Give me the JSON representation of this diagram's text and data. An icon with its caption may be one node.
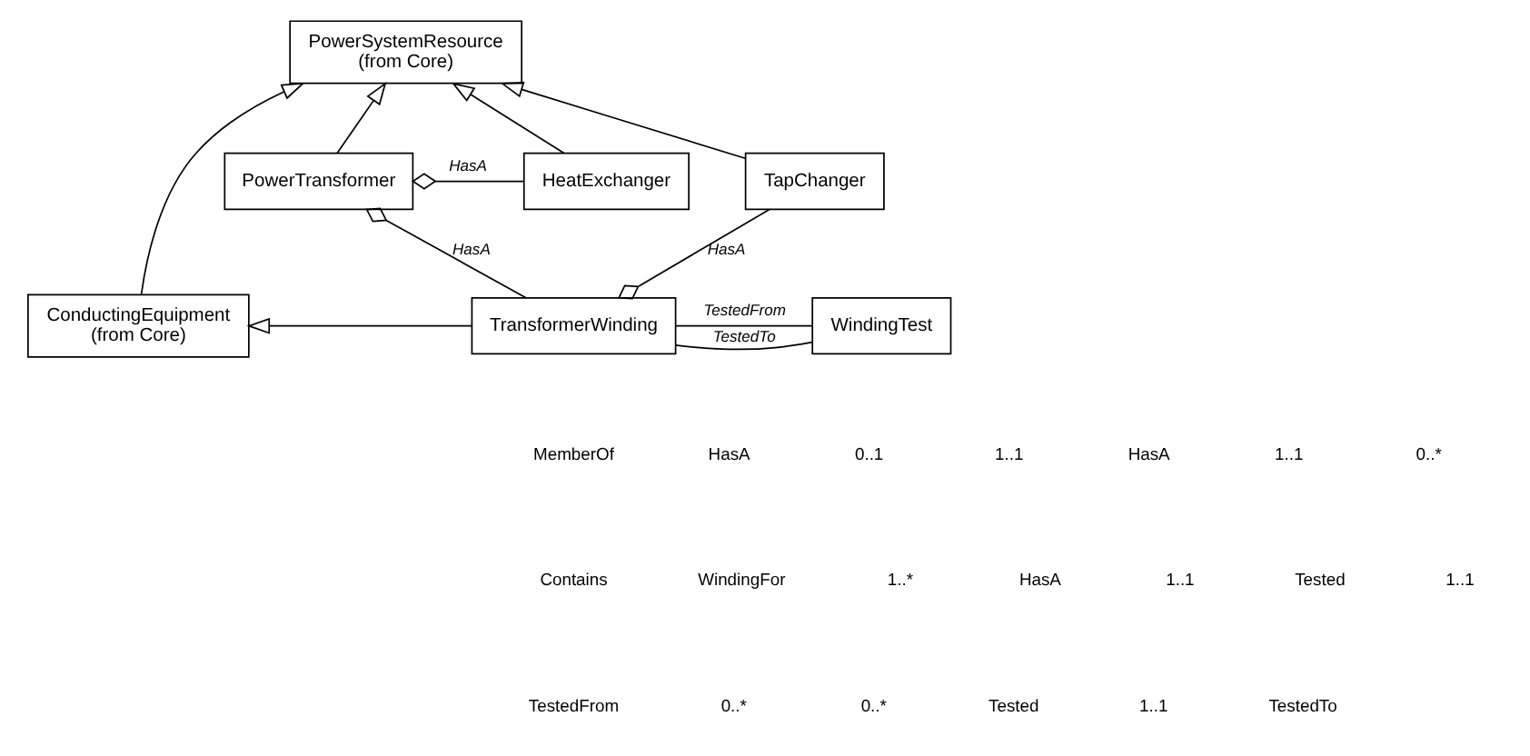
{
  "diagram": {
    "nodes": [
      {
        "text": [
          "PowerSystemResource",
          "(from Core)"
        ]
      },
      {
        "text": [
          "HeatExchanger"
        ]
      },
      {
        "text": [
          "PowerTransformer"
        ]
      },
      {
        "text": [
          "TapChanger"
        ]
      },
      {
        "text": [
          "ConductingEquipment",
          "(from Core)"
        ]
      },
      {
        "text": [
          "TransformerWinding"
        ]
      },
      {
        "text": [
          "WindingTest"
        ]
      }
    ],
    "edges": [
      {
        "from": 1,
        "to": 0,
        "arrow": "to"
      },
      {
        "from": 2,
        "to": 0,
        "arrow": "to"
      },
      {
        "from": 3,
        "to": 0,
        "arrow": "to"
      },
      {
        "from": 4,
        "to": 0,
        "arrow": "to"
      },
      {
        "from": 2,
        "to": 1,
        "arrow": "other",
        "label": "HasA"
      },
      {
        "from": 2,
        "to": 5,
        "arrow": "other",
        "label": "HasA"
      },
      {
        "from": 5,
        "to": 3,
        "arrow": "other",
        "label": "HasA"
      },
      {
        "from": 5,
        "to": 6,
        "arrow": "none",
        "label": "TestedFrom"
      },
      {
        "from": 5,
        "to": 6,
        "arrow": "none",
        "label": "TestedTo"
      },
      {
        "from": 5,
        "to": 4,
        "arrow": "to"
      }
    ],
    "labels": [
      "MemberOf",
      "HasA",
      "0..1",
      "1..1",
      "HasA",
      "1..1",
      "0..*",
      "Contains",
      "WindingFor",
      "1..*",
      "HasA",
      "1..1",
      "Tested",
      "1..1",
      "TestedFrom",
      "0..*",
      "0..*",
      "Tested",
      "1..1",
      "TestedTo"
    ]
  }
}
